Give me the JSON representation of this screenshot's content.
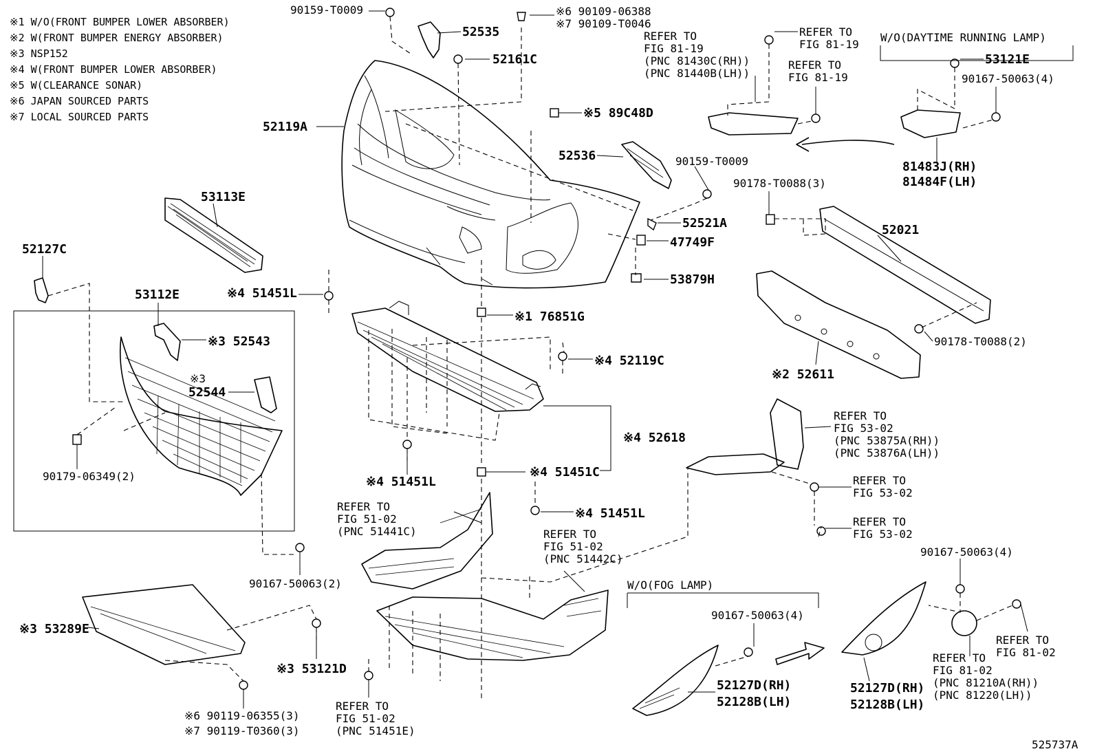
{
  "notes": [
    "※1 W/O(FRONT BUMPER LOWER ABSORBER)",
    "※2 W(FRONT BUMPER ENERGY ABSORBER)",
    "※3 NSP152",
    "※4 W(FRONT BUMPER LOWER ABSORBER)",
    "※5 W(CLEARANCE SONAR)",
    "※6 JAPAN SOURCED PARTS",
    "※7 LOCAL SOURCED PARTS"
  ],
  "labels": {
    "p90159_top": "90159-T0009",
    "p52535": "52535",
    "p90109_06388": "※6 90109-06388",
    "p90109_t0046": "※7 90109-T0046",
    "p52161c": "52161C",
    "p52119a": "52119A",
    "p89c48d": "※5 89C48D",
    "p52536": "52536",
    "p90159_mid": "90159-T0009",
    "p52521a": "52521A",
    "p47749f": "47749F",
    "p53879h": "53879H",
    "p53113e": "53113E",
    "p52127c": "52127C",
    "p53112e": "53112E",
    "p52543": "※3 52543",
    "p52544_mark": "※3",
    "p52544": "52544",
    "p90179": "90179-06349(2)",
    "p51451l_a": "※4 51451L",
    "p76851g": "※1 76851G",
    "p52119c": "※4 52119C",
    "p52618": "※4 52618",
    "p51451l_b": "※4 51451L",
    "p51451c": "※4 51451C",
    "p51451l_c": "※4 51451L",
    "p90167_left": "90167-50063(2)",
    "p53289e": "※3 53289E",
    "p53121d": "※3 53121D",
    "p90119_06355": "※6 90119-06355(3)",
    "p90119_t0360": "※7 90119-T0360(3)",
    "p90178_top": "90178-T0088(3)",
    "p52021": "52021",
    "p90178_bot": "90178-T0088(2)",
    "p52611": "※2 52611",
    "p53121e": "53121E",
    "p90167_drl": "90167-50063(4)",
    "p81483j": "81483J(RH)",
    "p81484f": "81484F(LH)",
    "p90167_fog_top": "90167-50063(4)",
    "p90167_fog_mid": "90167-50063(4)",
    "p52127d_l": "52127D(RH)",
    "p52128b_l": "52128B(LH)",
    "p52127d_r": "52127D(RH)",
    "p52128b_r": "52128B(LH)",
    "doc_id": "525737A"
  },
  "refs": {
    "r81_19_a": [
      "REFER TO",
      "FIG 81-19",
      "(PNC 81430C(RH))",
      "(PNC 81440B(LH))"
    ],
    "r81_19_b": [
      "REFER TO",
      "FIG 81-19"
    ],
    "r81_19_c": [
      "REFER TO",
      "FIG 81-19"
    ],
    "r53_02_a": [
      "REFER TO",
      "FIG 53-02",
      "(PNC 53875A(RH))",
      "(PNC 53876A(LH))"
    ],
    "r53_02_b": [
      "REFER TO",
      "FIG 53-02"
    ],
    "r53_02_c": [
      "REFER TO",
      "FIG 53-02"
    ],
    "r51_02_a": [
      "REFER TO",
      "FIG 51-02",
      "(PNC 51441C)"
    ],
    "r51_02_b": [
      "REFER TO",
      "FIG 51-02",
      "(PNC 51442C)"
    ],
    "r51_02_c": [
      "REFER TO",
      "FIG 51-02",
      "(PNC 51451E)"
    ],
    "r81_02_a": [
      "REFER TO",
      "FIG 81-02"
    ],
    "r81_02_b": [
      "REFER TO",
      "FIG 81-02",
      "(PNC 81210A(RH))",
      "(PNC 81220(LH))"
    ]
  },
  "sections": {
    "drl": "W/O(DAYTIME RUNNING LAMP)",
    "fog": "W/O(FOG LAMP)"
  }
}
